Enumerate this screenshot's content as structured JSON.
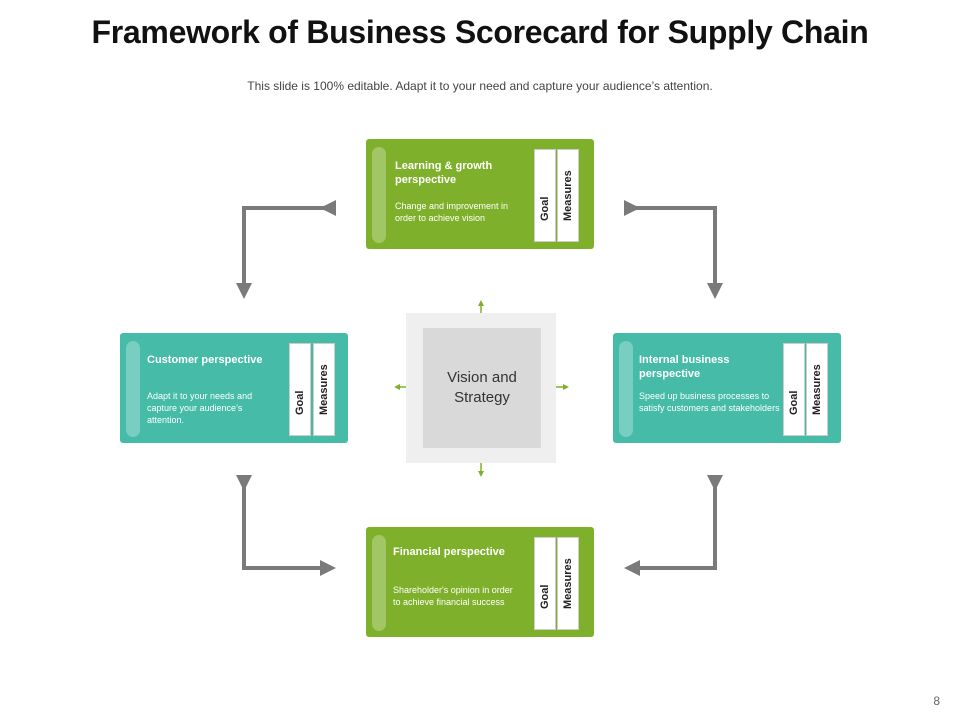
{
  "title": "Framework of Business Scorecard for Supply Chain",
  "subtitle": "This slide is 100% editable. Adapt it to your need and capture your audience’s attention.",
  "page_number": "8",
  "center": {
    "label_line1": "Vision and",
    "label_line2": "Strategy"
  },
  "columns": {
    "goal": "Goal",
    "measures": "Measures"
  },
  "cards": {
    "learning": {
      "heading": "Learning & growth perspective",
      "description": "Change and improvement in order to achieve vision",
      "color": "#7fb02c"
    },
    "customer": {
      "heading": "Customer perspective",
      "description": "Adapt it to your needs and capture your audience’s attention.",
      "color": "#45bba8"
    },
    "internal": {
      "heading": "Internal business perspective",
      "description": "Speed up business processes to satisfy customers and stakeholders",
      "color": "#45bba8"
    },
    "financial": {
      "heading": "Financial perspective",
      "description": "Shareholder's opinion in order to achieve financial success",
      "color": "#7fb02c"
    }
  },
  "colors": {
    "arrow_gray": "#7a7a7a",
    "arrow_green": "#7fb02c"
  }
}
